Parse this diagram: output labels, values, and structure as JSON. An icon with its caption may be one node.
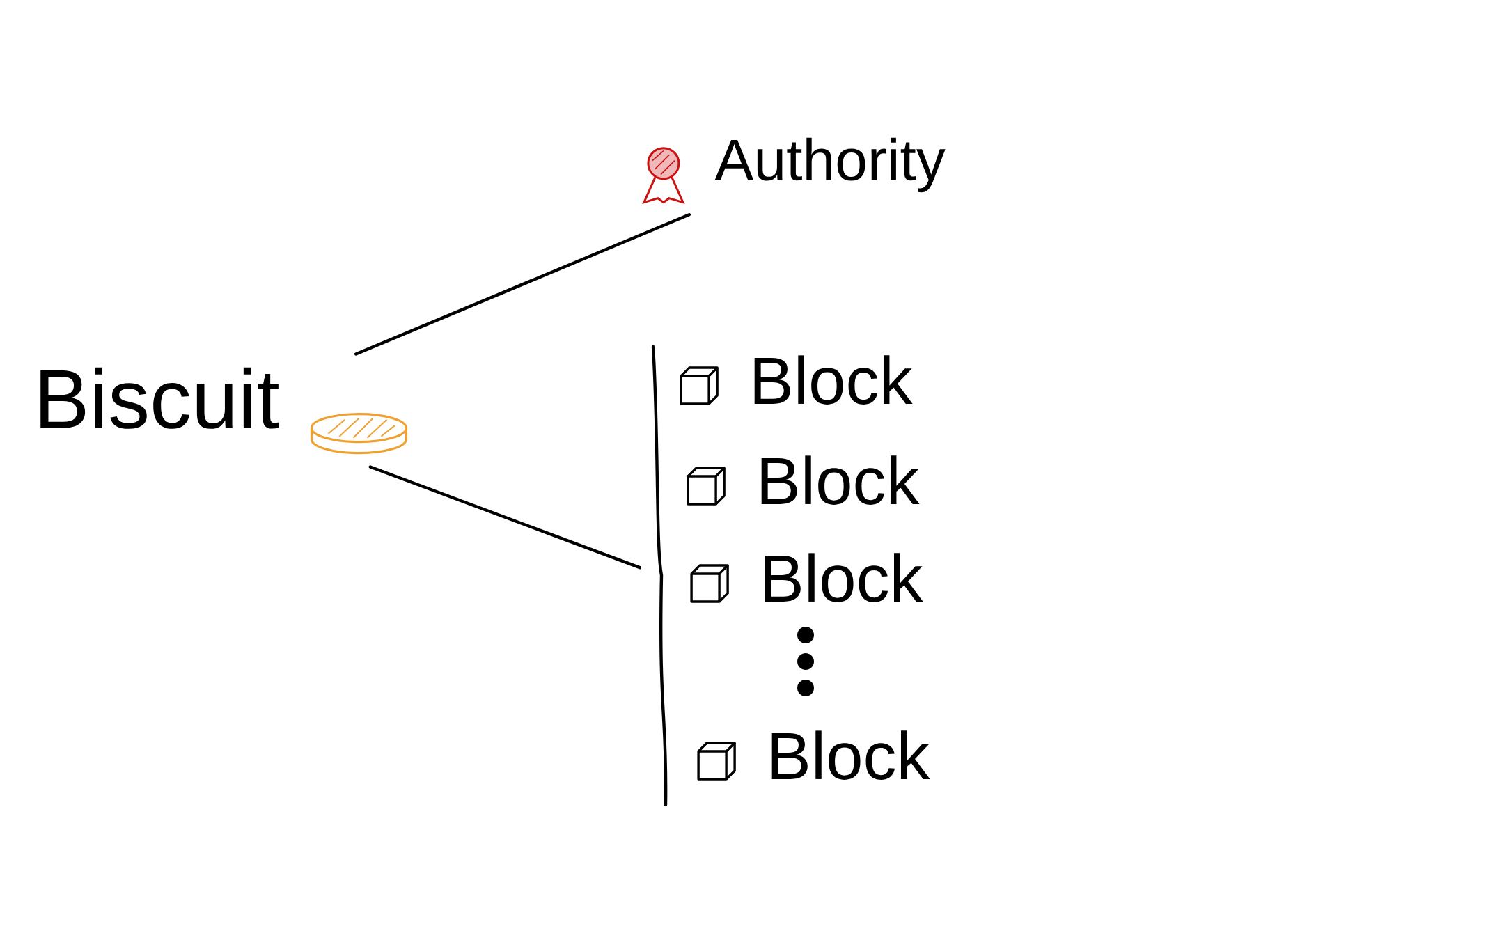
{
  "diagram": {
    "nodes": [
      {
        "text": [
          "Biscuit"
        ]
      },
      {
        "text": [
          "Authority"
        ]
      },
      {
        "text": [],
        "shape": "bar"
      },
      {
        "text": [
          "Block"
        ]
      },
      {
        "text": [
          "Block"
        ]
      },
      {
        "text": [
          "Block"
        ]
      },
      {
        "text": [
          "Block"
        ]
      }
    ],
    "edges": [
      {
        "from": 0,
        "to": 1,
        "arrow": "none"
      },
      {
        "from": 0,
        "to": 2,
        "arrow": "none"
      }
    ]
  }
}
